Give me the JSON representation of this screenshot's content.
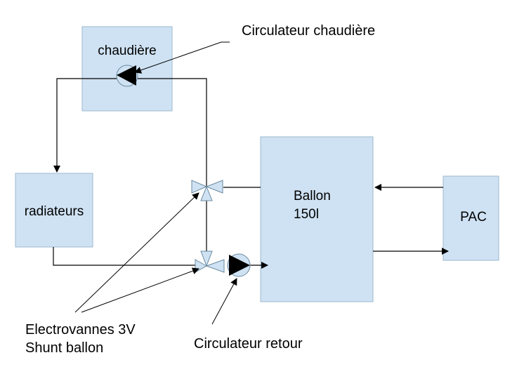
{
  "boxes": {
    "chaudiere": "chaudière",
    "radiateurs": "radiateurs",
    "ballon_line1": "Ballon",
    "ballon_line2": "150l",
    "pac": "PAC"
  },
  "callouts": {
    "circulateur_chaudiere": "Circulateur chaudière",
    "electrovannes_line1": "Electrovannes 3V",
    "electrovannes_line2": "Shunt ballon",
    "circulateur_retour": "Circulateur retour"
  },
  "colors": {
    "box_fill": "#cfe2f3",
    "line": "#000000"
  }
}
